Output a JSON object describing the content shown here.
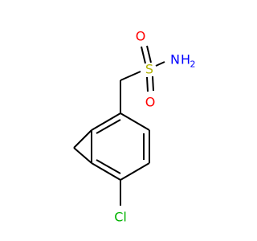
{
  "molecule": {
    "atoms": {
      "oxygen_top": "O",
      "oxygen_bottom": "O",
      "sulfur": "S",
      "nitrogen": "N",
      "amine_h": "H",
      "amine_h_count": "2",
      "chlorine": "Cl"
    },
    "colors": {
      "bond": "#000000",
      "oxygen": "#ff0000",
      "sulfur": "#b2b200",
      "nitrogen": "#0000ff",
      "chlorine": "#00b300"
    }
  }
}
